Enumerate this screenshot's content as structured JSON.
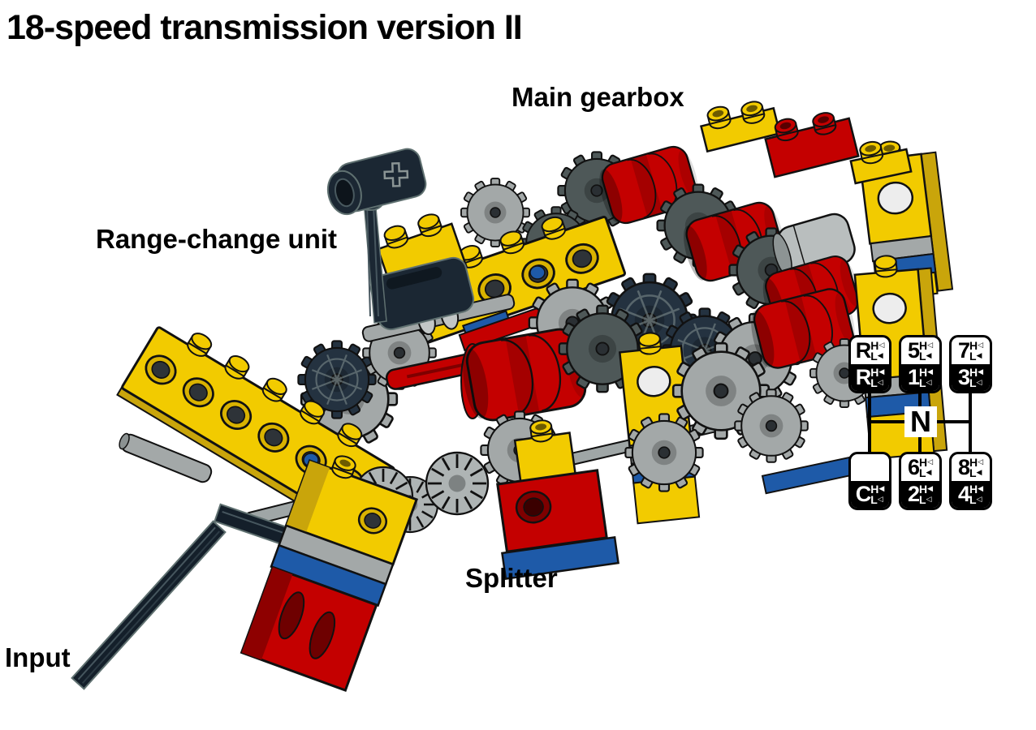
{
  "title": "18-speed transmission version II",
  "labels": {
    "main_gearbox": "Main gearbox",
    "range_change_unit": "Range-change unit",
    "splitter": "Splitter",
    "input": "Input"
  },
  "shift_pattern": {
    "neutral_label": "N",
    "high_marker": "H",
    "low_marker": "L",
    "cells": [
      {
        "pos": "top-left",
        "upper": {
          "label": "R",
          "h_tri": "◁",
          "l_tri": "◀"
        },
        "lower": {
          "label": "R",
          "h_tri": "◀",
          "l_tri": "◁"
        }
      },
      {
        "pos": "top-middle",
        "upper": {
          "label": "5",
          "h_tri": "◁",
          "l_tri": "◀"
        },
        "lower": {
          "label": "1",
          "h_tri": "◀",
          "l_tri": "◁"
        }
      },
      {
        "pos": "top-right",
        "upper": {
          "label": "7",
          "h_tri": "◁",
          "l_tri": "◀"
        },
        "lower": {
          "label": "3",
          "h_tri": "◀",
          "l_tri": "◁"
        }
      },
      {
        "pos": "bottom-left",
        "upper": {
          "label": ""
        },
        "lower": {
          "label": "C",
          "h_tri": "◀",
          "l_tri": "◁"
        }
      },
      {
        "pos": "bottom-middle",
        "upper": {
          "label": "6",
          "h_tri": "◁",
          "l_tri": "◀"
        },
        "lower": {
          "label": "2",
          "h_tri": "◀",
          "l_tri": "◁"
        }
      },
      {
        "pos": "bottom-right",
        "upper": {
          "label": "8",
          "h_tri": "◁",
          "l_tri": "◀"
        },
        "lower": {
          "label": "4",
          "h_tri": "◀",
          "l_tri": "◁"
        }
      }
    ]
  },
  "colors": {
    "background": "#FFFFFF",
    "lego_yellow": "#F2CB00",
    "lego_yellow_shade": "#C9A50B",
    "lego_red": "#C40000",
    "lego_red_shade": "#8E0000",
    "lego_blue": "#1E5AA8",
    "lego_gray": "#A3A8A8",
    "lego_dark_gray": "#4E5858",
    "lego_black": "#1B2733",
    "outline": "#111111"
  }
}
